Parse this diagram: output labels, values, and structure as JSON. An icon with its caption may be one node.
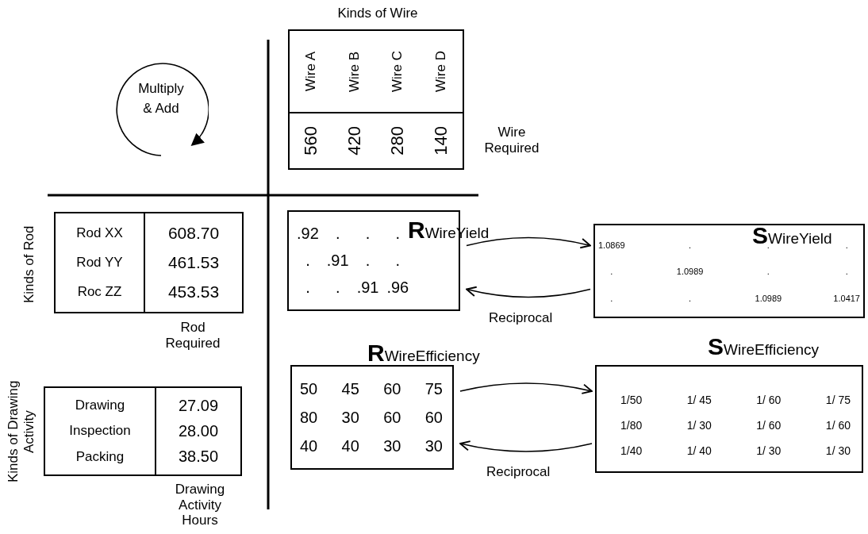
{
  "diagram": {
    "nodes": [
      {
        "text": [
          "Multiply & Add"
        ]
      },
      {
        "text": [
          "Wire A",
          "Wire B",
          "Wire C",
          "Wire D"
        ],
        "beside": [
          "Kinds of Wire"
        ]
      },
      {
        "text": [
          "560",
          "420",
          "280",
          "140"
        ],
        "beside": [
          "Wire Required"
        ]
      },
      {
        "text": [
          "Rod XX",
          "Rod YY",
          "Roc ZZ"
        ],
        "beside": [
          "Kinds of Rod"
        ]
      },
      {
        "text": [
          "608.70",
          "461.53",
          "453.53"
        ],
        "beside": [
          "Rod Required"
        ]
      },
      {
        "text": [
          "RWireYield",
          ".92",
          ".",
          ".",
          ".",
          ".",
          ".91",
          ".",
          ".",
          ".",
          ".",
          ".91",
          ".96"
        ]
      },
      {
        "text": [
          "SWireYield",
          "1.0869",
          ".",
          ".",
          ".",
          ".",
          "1.0989",
          ".",
          ".",
          ".",
          ".",
          "1.0989",
          "1.0417"
        ]
      },
      {
        "text": [
          "Drawing",
          "Inspection",
          "Packing"
        ],
        "beside": [
          "Kinds of Drawing Activity"
        ]
      },
      {
        "text": [
          "27.09",
          "28.00",
          "38.50"
        ],
        "beside": [
          "Drawing Activity Hours"
        ]
      },
      {
        "text": [
          "RWireEfficiency",
          "50",
          "45",
          "60",
          "75",
          "80",
          "30",
          "60",
          "60",
          "40",
          "40",
          "30",
          "30"
        ]
      },
      {
        "text": [
          "SWireEfficiency",
          "1/50",
          "1/ 45",
          "1/ 60",
          "1/ 75",
          "1/80",
          "1/ 30",
          "1/ 60",
          "1/ 60",
          "1/40",
          "1/ 40",
          "1/ 30",
          "1/ 30"
        ]
      }
    ],
    "edges": [
      {
        "from": 5,
        "to": 6,
        "arrow": "to"
      },
      {
        "from": 6,
        "to": 5,
        "arrow": "to",
        "label": "Reciprocal"
      },
      {
        "from": 9,
        "to": 10,
        "arrow": "to"
      },
      {
        "from": 10,
        "to": 9,
        "arrow": "to",
        "label": "Reciprocal"
      }
    ]
  }
}
